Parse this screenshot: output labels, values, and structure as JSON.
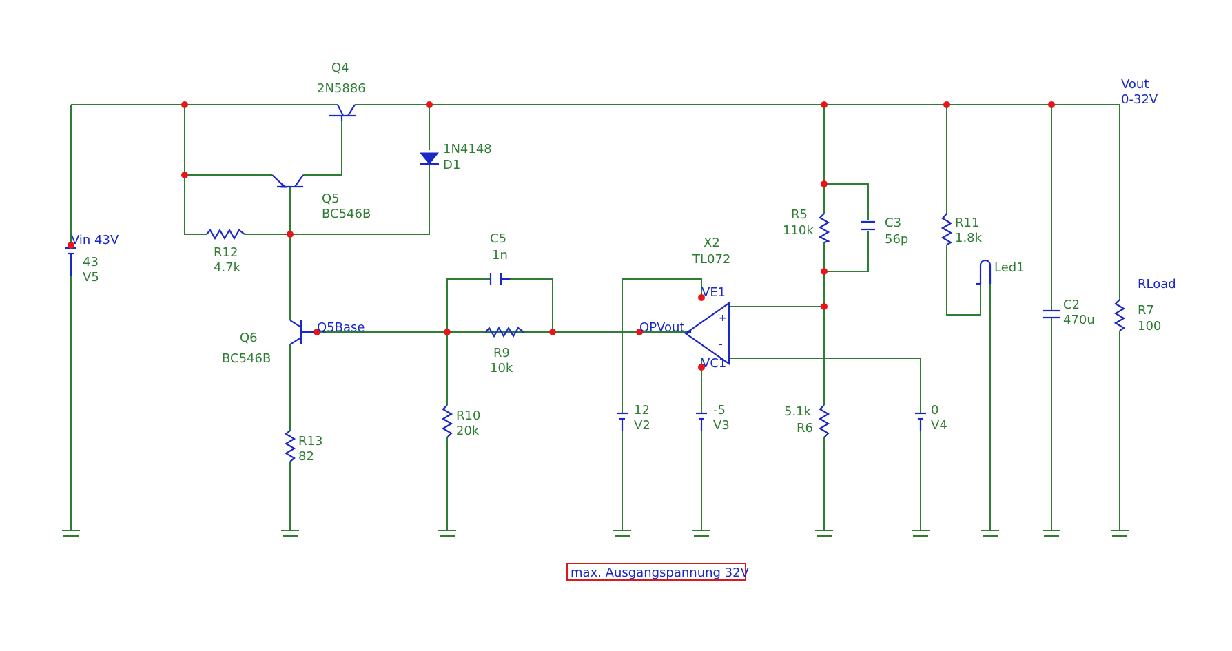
{
  "colors": {
    "wire": "#2e7d32",
    "component": "#1a27c9",
    "junction": "#e8151b",
    "note_border": "#d81b1b"
  },
  "labels": {
    "q4_name": "Q4",
    "q4_type": "2N5886",
    "d1_type": "1N4148",
    "d1_name": "D1",
    "q5_name": "Q5",
    "q5_type": "BC546B",
    "r12_name": "R12",
    "r12_val": "4.7k",
    "vin_label": "Vin 43V",
    "v5_val": "43",
    "v5_name": "V5",
    "q6_name": "Q6",
    "q6_type": "BC546B",
    "q5base_label": "Q5Base",
    "r13_name": "R13",
    "r13_val": "82",
    "c5_name": "C5",
    "c5_val": "1n",
    "r9_name": "R9",
    "r9_val": "10k",
    "r10_name": "R10",
    "r10_val": "20k",
    "x2_name": "X2",
    "x2_type": "TL072",
    "opvout_label": "OPVout",
    "ve1_label": "VE1",
    "vc1_label": "VC1",
    "plus_sign": "+",
    "minus_sign": "-",
    "v2_val": "12",
    "v2_name": "V2",
    "v3_val": "-5",
    "v3_name": "V3",
    "r5_name": "R5",
    "r5_val": "110k",
    "c3_name": "C3",
    "c3_val": "56p",
    "r6_val": "5.1k",
    "r6_name": "R6",
    "v4_val": "0",
    "v4_name": "V4",
    "r11_name": "R11",
    "r11_val": "1.8k",
    "led1_name": "Led1",
    "c2_name": "C2",
    "c2_val": "470u",
    "vout_label": "Vout",
    "vout_range": "0-32V",
    "rload_label": "RLoad",
    "r7_name": "R7",
    "r7_val": "100",
    "note": "max. Ausgangspannung 32V"
  }
}
